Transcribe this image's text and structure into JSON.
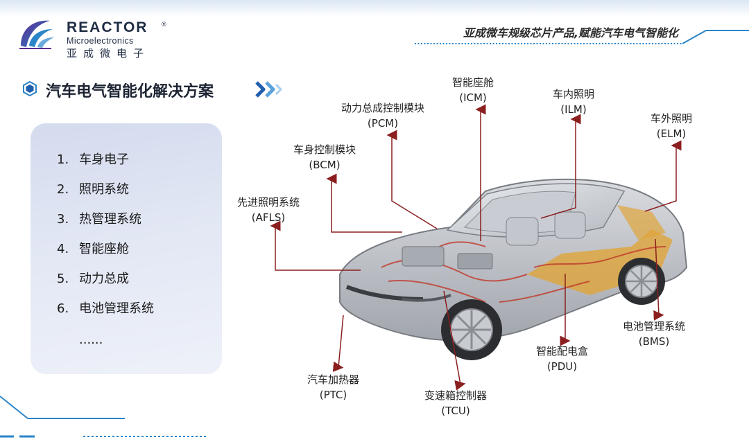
{
  "brand": {
    "name_en": "REACTOR",
    "registered": "®",
    "subtitle_en": "Microelectronics",
    "name_cn": "亚成微电子",
    "colors": {
      "navy": "#1f2c44",
      "accent": "#2a84c8",
      "purple": "#4a2a8c"
    }
  },
  "slogan": "亚成微车规级芯片产品,赋能汽车电气智能化",
  "section": {
    "title": "汽车电气智能化解决方案",
    "bullet_icon": "hexagon-bullet-icon",
    "chevron_icon": "double-chevron-right-icon"
  },
  "menu": {
    "items": [
      {
        "num": "1.",
        "label": "车身电子"
      },
      {
        "num": "2.",
        "label": "照明系统"
      },
      {
        "num": "3.",
        "label": "热管理系统"
      },
      {
        "num": "4.",
        "label": "智能座舱"
      },
      {
        "num": "5.",
        "label": "动力总成"
      },
      {
        "num": "6.",
        "label": "电池管理系统"
      }
    ],
    "more": "......"
  },
  "callouts": {
    "icm": {
      "name": "智能座舱",
      "abbr": "(ICM)"
    },
    "pcm": {
      "name": "动力总成控制模块",
      "abbr": "(PCM)"
    },
    "ilm": {
      "name": "车内照明",
      "abbr": "(ILM)"
    },
    "elm": {
      "name": "车外照明",
      "abbr": "(ELM)"
    },
    "bcm": {
      "name": "车身控制模块",
      "abbr": "(BCM)"
    },
    "afls": {
      "name": "先进照明系统",
      "abbr": "(AFLS)"
    },
    "bms": {
      "name": "电池管理系统",
      "abbr": "(BMS)"
    },
    "pdu": {
      "name": "智能配电盒",
      "abbr": "(PDU)"
    },
    "ptc": {
      "name": "汽车加热器",
      "abbr": "(PTC)"
    },
    "tcu": {
      "name": "变速箱控制器",
      "abbr": "(TCU)"
    }
  },
  "colors": {
    "leader_line": "#8b1e1e",
    "panel": "#dfe4f2",
    "car_body": "#b9bcc2",
    "battery_highlight": "#e0a53a"
  }
}
